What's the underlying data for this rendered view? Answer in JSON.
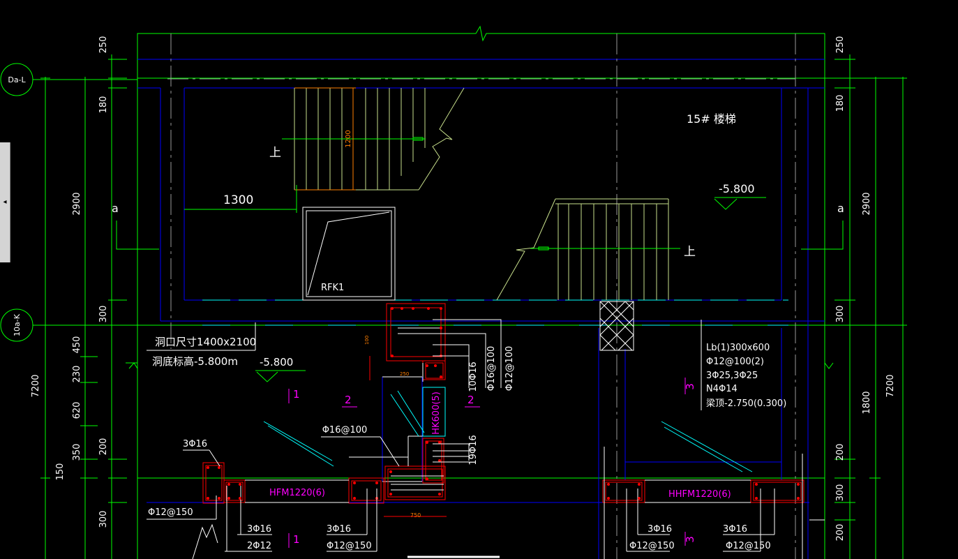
{
  "colors": {
    "green": "#00ff00",
    "blue": "#0000ff",
    "cyan": "#00ffff",
    "red": "#ff0000",
    "white": "#ffffff",
    "magenta": "#ff00ff",
    "grey": "#9a9a9a",
    "orange": "#ff7f00",
    "olive": "#c8e08c"
  },
  "side_panel": {
    "toggle_icon": "collapse-arrow-icon",
    "glyph": "◂"
  },
  "axes": {
    "top": "Da-L",
    "middle": "10a-K"
  },
  "dims_left": [
    "250",
    "180",
    "2900",
    "300",
    "450",
    "230",
    "620",
    "350",
    "200",
    "150",
    "300"
  ],
  "dims_left_total": "7200",
  "dims_right": [
    "250",
    "180",
    "2900",
    "300",
    "1800",
    "200",
    "300",
    "200"
  ],
  "dims_right_total": "7200",
  "section_marks": {
    "a_left": "a",
    "a_right": "a"
  },
  "stair": {
    "name": "15# 楼梯",
    "level": "-5.800",
    "up_label_1": "上",
    "up_label_2": "上",
    "width_dim": "1200",
    "offset_dim": "1300"
  },
  "opening": {
    "label": "RFK1"
  },
  "hole_note": {
    "line1": "洞口尺寸1400x2100",
    "line2": "洞底标高-5.800m"
  },
  "level_mark_2": "-5.800",
  "cut_marks": [
    "1",
    "1",
    "2",
    "2",
    "3",
    "3"
  ],
  "beam_note": {
    "line1": "Lb(1)300x600",
    "line2": "Φ12@100(2)",
    "line3": "3Φ25,3Φ25",
    "line4": "N4Φ14",
    "line5": "梁顶-2.750(0.300)"
  },
  "column_labels": {
    "hk": "HK600(5)",
    "rebar_10": "10Φ16",
    "stirrup_1": "Φ16@100",
    "stirrup_2": "Φ12@100",
    "rebar_19": "19Φ16",
    "phi16_100": "Φ16@100"
  },
  "walls": {
    "left": "HFM1220(6)",
    "right": "HHFM1220(6)"
  },
  "rebar_labels": {
    "tl": "3Φ16",
    "l_phi": "Φ12@150",
    "l_316": "3Φ16",
    "l_212": "2Φ12",
    "m_316": "3Φ16",
    "m_phi": "Φ12@150",
    "r1_316": "3Φ16",
    "r1_phi": "Φ12@150",
    "r2_316": "3Φ16",
    "r2_phi": "Φ12@150"
  },
  "small_dims": {
    "d750": "750",
    "d100": "100",
    "d250": "250"
  }
}
